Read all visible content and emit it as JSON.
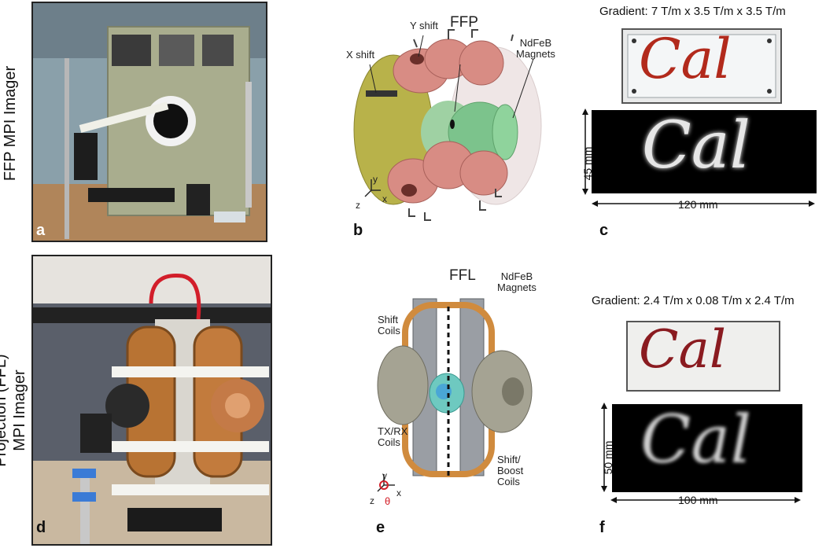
{
  "rows": {
    "top_label": "FFP  MPI Imager",
    "bottom_label_line1": "Projection (FFL)",
    "bottom_label_line2": "MPI Imager"
  },
  "panels": {
    "a": "a",
    "b": "b",
    "c": "c",
    "d": "d",
    "e": "e",
    "f": "f"
  },
  "panel_b": {
    "y_shift": "Y shift",
    "ffp": "FFP",
    "x_shift": "X shift",
    "magnets_line1": "NdFeB",
    "magnets_line2": "Magnets",
    "axis_x": "x",
    "axis_y": "y",
    "axis_z": "z"
  },
  "panel_c": {
    "gradient": "Gradient: 7 T/m x 3.5 T/m x 3.5 T/m",
    "phantom_text": "Cal",
    "height_dim": "45 mm",
    "width_dim": "120 mm"
  },
  "panel_e": {
    "ffl": "FFL",
    "magnets_line1": "NdFeB",
    "magnets_line2": "Magnets",
    "shift_coils_line1": "Shift",
    "shift_coils_line2": "Coils",
    "txrx_line1": "TX/RX",
    "txrx_line2": "Coils",
    "boost_line1": "Shift/",
    "boost_line2": "Boost",
    "boost_line3": "Coils",
    "axis_x": "x",
    "axis_y": "y",
    "axis_z": "z",
    "axis_theta": "θ"
  },
  "panel_f": {
    "gradient": "Gradient: 2.4 T/m x 0.08 T/m x 2.4 T/m",
    "phantom_text": "Cal",
    "height_dim": "50 mm",
    "width_dim": "100 mm"
  }
}
